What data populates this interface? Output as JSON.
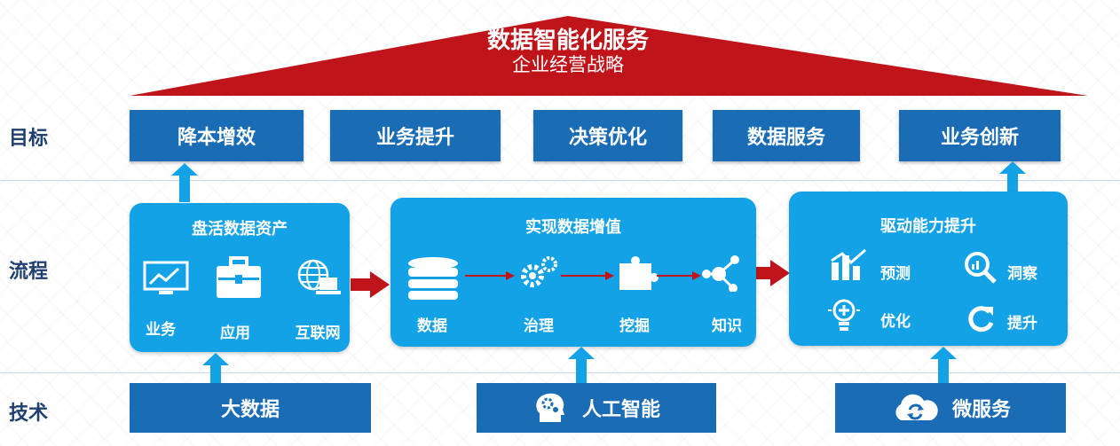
{
  "roof": {
    "title": "数据智能化服务",
    "subtitle": "企业经营战略"
  },
  "row_labels": {
    "goal": "目标",
    "process": "流程",
    "tech": "技术"
  },
  "goals": [
    "降本增效",
    "业务提升",
    "决策优化",
    "数据服务",
    "业务创新"
  ],
  "panels": {
    "assets": {
      "title": "盘活数据资产",
      "items": [
        "业务",
        "应用",
        "互联网"
      ]
    },
    "value": {
      "title": "实现数据增值",
      "items": [
        "数据",
        "治理",
        "挖掘",
        "知识"
      ]
    },
    "drive": {
      "title": "驱动能力提升",
      "items": [
        "预测",
        "洞察",
        "优化",
        "提升"
      ]
    }
  },
  "tech": [
    "大数据",
    "人工智能",
    "微服务"
  ],
  "colors": {
    "roof_red": "#c0141b",
    "dark_blue": "#1a6cb5",
    "light_blue": "#13a2e6",
    "label_blue": "#1f3f6e"
  }
}
